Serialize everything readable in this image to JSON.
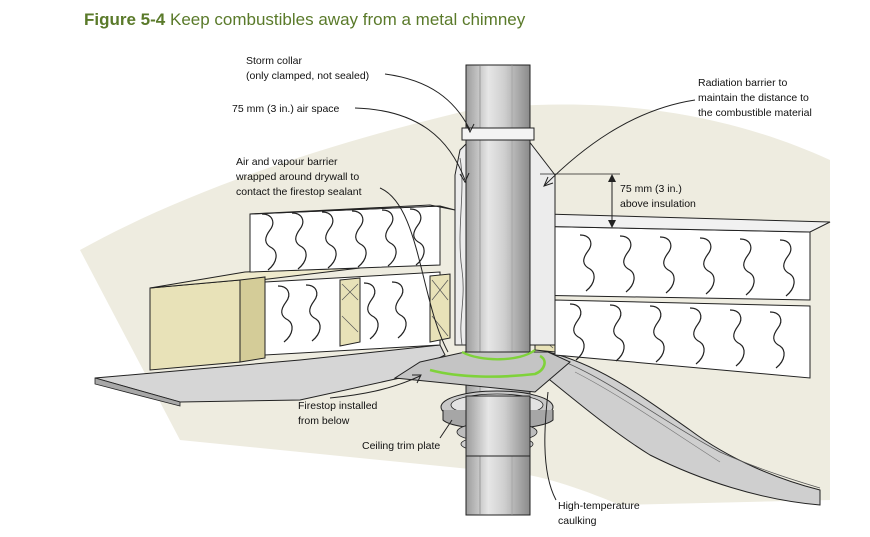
{
  "figure": {
    "number": "Figure 5-4",
    "title": "Keep combustibles away from a metal chimney"
  },
  "labels": {
    "storm_collar": [
      "Storm collar",
      "(only clamped, not sealed)"
    ],
    "air_space": [
      "75 mm (3 in.) air space"
    ],
    "vapour_barrier": [
      "Air and vapour barrier",
      "wrapped around drywall to",
      "contact the firestop sealant"
    ],
    "radiation_barrier": [
      "Radiation barrier to",
      "maintain the distance to",
      "the combustible material"
    ],
    "above_insulation": [
      "75 mm (3 in.)",
      "above insulation"
    ],
    "firestop": [
      "Firestop installed",
      "from below"
    ],
    "trim_plate": [
      "Ceiling trim plate"
    ],
    "caulking": [
      "High-temperature",
      "caulking"
    ]
  },
  "colors": {
    "title_green": "#5a7a2a",
    "background_beige": "#eeece0",
    "wood_tan": "#e8e2b8",
    "drywall_grey": "#d9d9d9",
    "chimney_grey": "#cfcfcf",
    "sealant_green": "#7fd23a",
    "line": "#222222"
  }
}
